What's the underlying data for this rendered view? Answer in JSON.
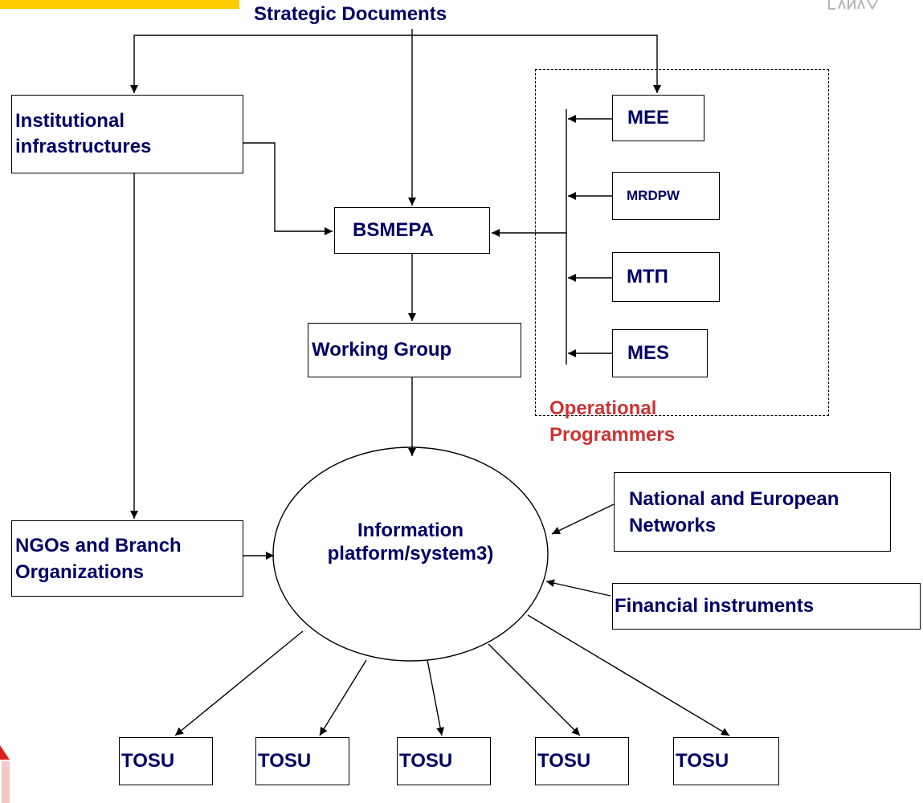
{
  "header": {
    "title": "Strategic Documents"
  },
  "colors": {
    "text": "#000066",
    "accent": "#cc3333",
    "bar": "#ffcc00"
  },
  "boxes": {
    "institutional": "Institutional infrastructures",
    "bsmepa": "BSMEPA",
    "working_group": "Working Group",
    "mee": "MEE",
    "mrdpw": "MRDPW",
    "mtp": "МТП",
    "mes": "MES",
    "ngos": "NGOs and Branch Organizations",
    "national": "National and European Networks",
    "financial": "Financial instruments",
    "tosu": [
      "TOSU",
      "TOSU",
      "TOSU",
      "TOSU",
      "TOSU"
    ]
  },
  "operational": {
    "label": "Operational Programmers"
  },
  "platform": {
    "label": "Information platform/system3)"
  }
}
